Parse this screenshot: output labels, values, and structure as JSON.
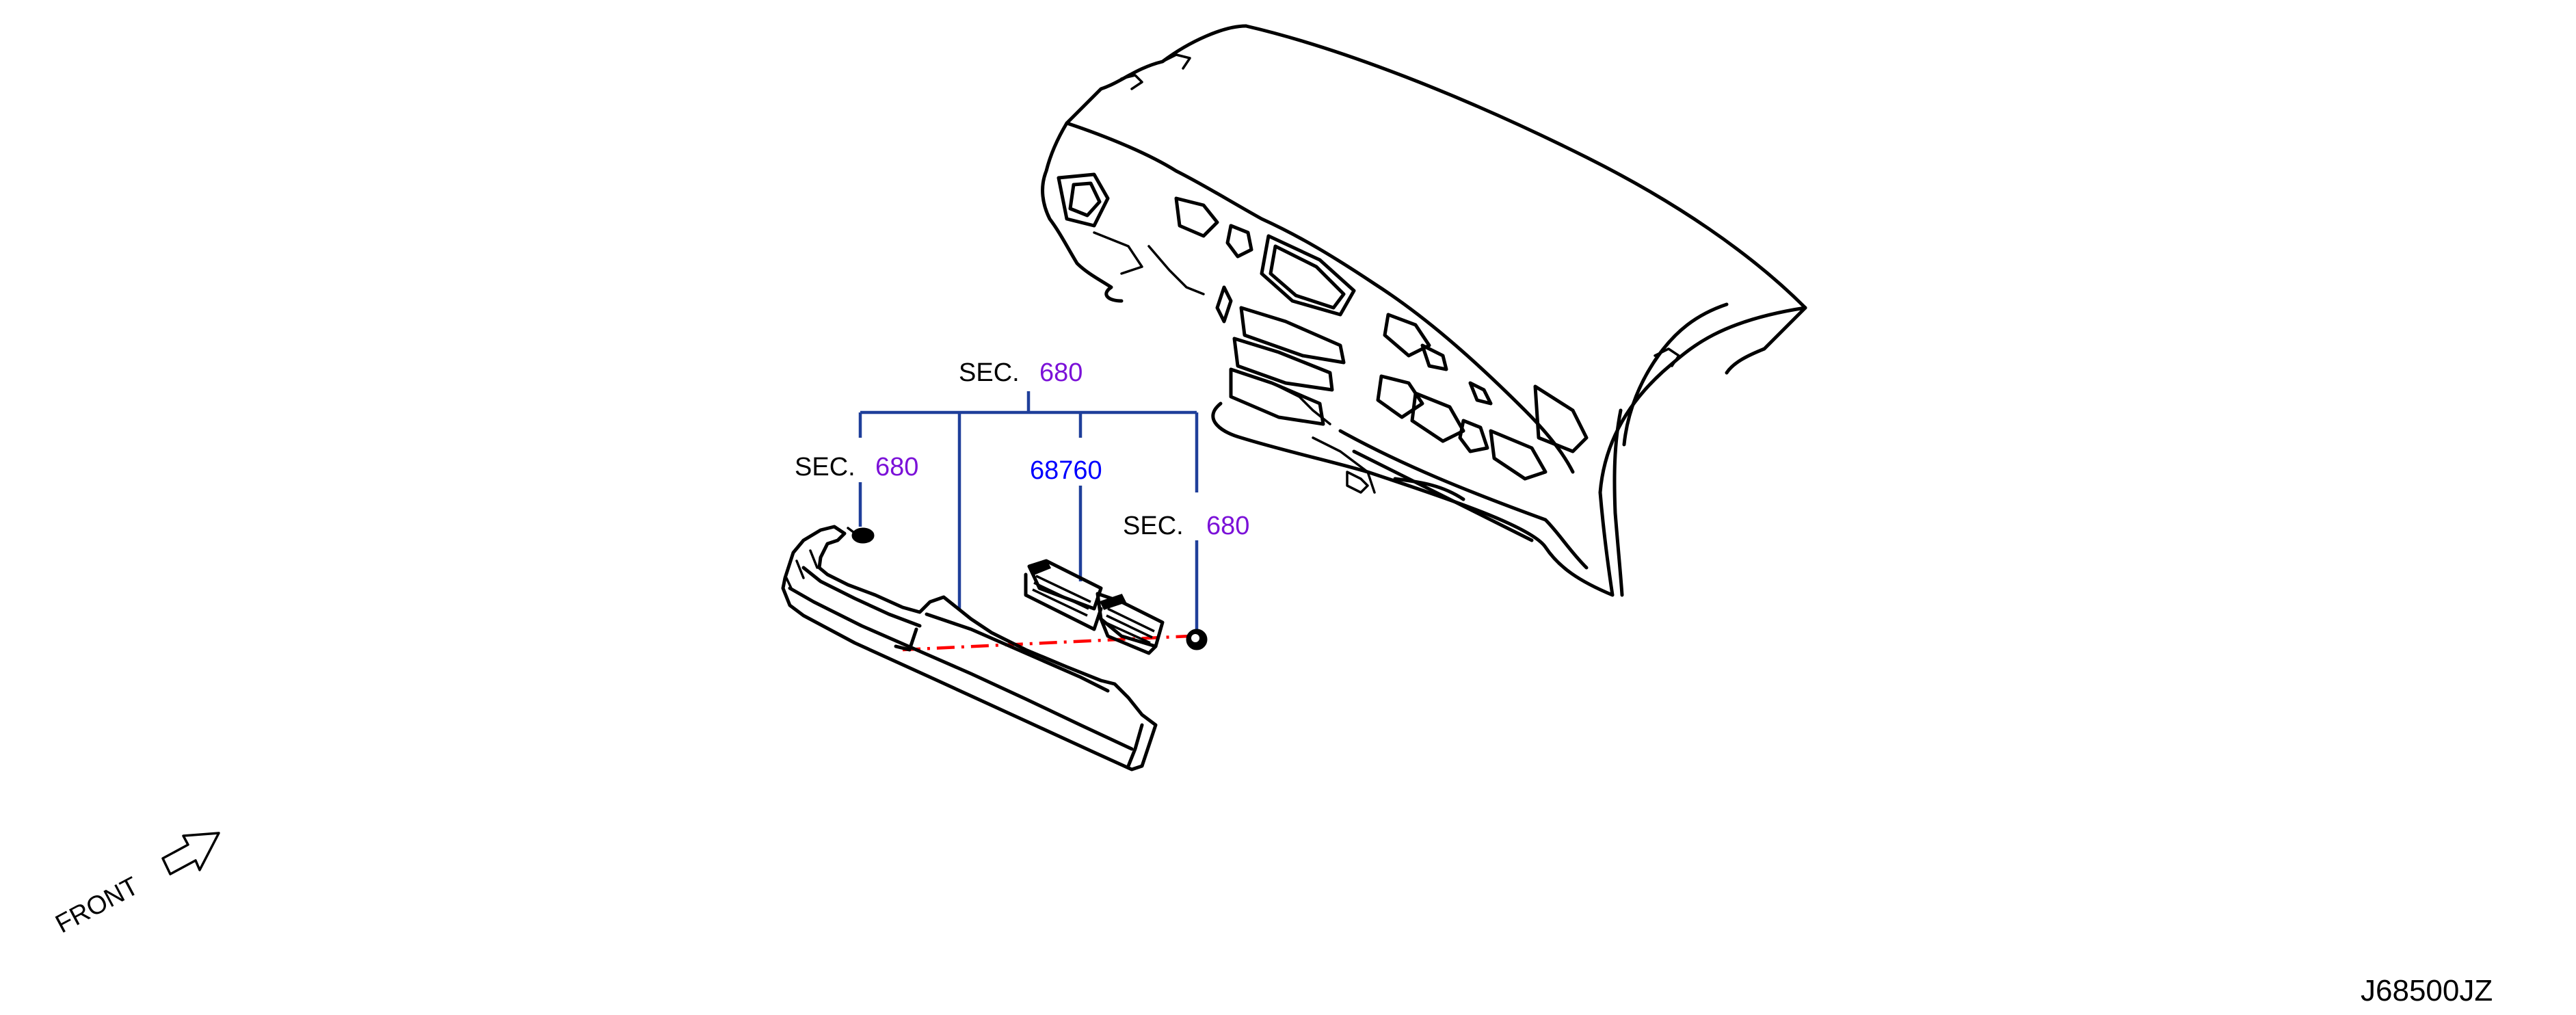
{
  "callouts": {
    "top_sec_label": "SEC.",
    "top_sec_num": "680",
    "left_sec_label": "SEC.",
    "left_sec_num": "680",
    "part_number": "68760",
    "right_sec_label": "SEC.",
    "right_sec_num": "680"
  },
  "front_indicator": {
    "label": "FRONT"
  },
  "drawing_code": "J68500JZ",
  "colors": {
    "leader_line": "#1f3f9a",
    "section_number": "#7b11d8",
    "part_number": "#0000ff",
    "dashed_alignment_line": "#ff0000",
    "ink": "#000000"
  }
}
